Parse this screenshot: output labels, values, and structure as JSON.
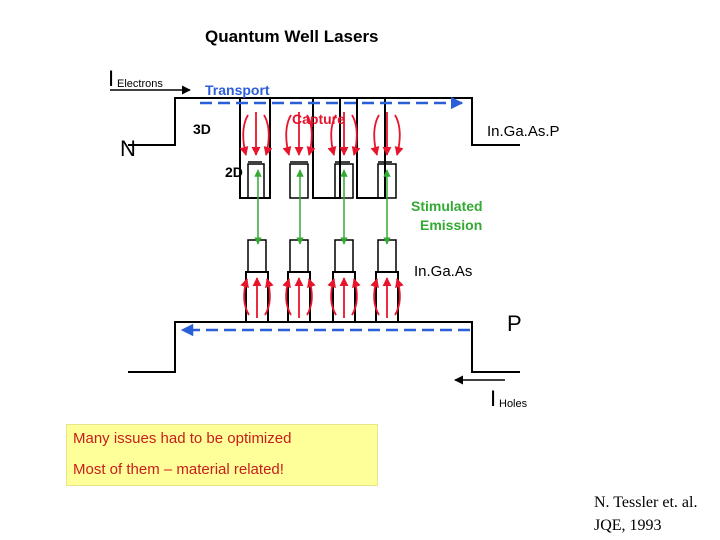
{
  "title": "Quantum Well Lasers",
  "labels": {
    "i_electrons_main": "I",
    "i_electrons_sub": "Electrons",
    "transport": "Transport",
    "capture": "Capture",
    "three_d": "3D",
    "two_d": "2D",
    "n": "N",
    "p": "P",
    "ingaasp": "In.Ga.As.P",
    "ingaas": "In.Ga.As",
    "stimulated": "Stimulated",
    "emission": "Emission",
    "i_holes_main": "I",
    "i_holes_sub": "Holes"
  },
  "note": {
    "line1": "Many issues had to be optimized",
    "line2": "Most of them – material related!"
  },
  "citation": {
    "line1": "N. Tessler et. al.",
    "line2": "JQE, 1993"
  },
  "colors": {
    "band": "#000000",
    "transport": "#2b5fd9",
    "capture": "#e8142b",
    "emission": "#33aa33",
    "note_bg": "#ffff99",
    "note_text": "#c81e1e"
  }
}
